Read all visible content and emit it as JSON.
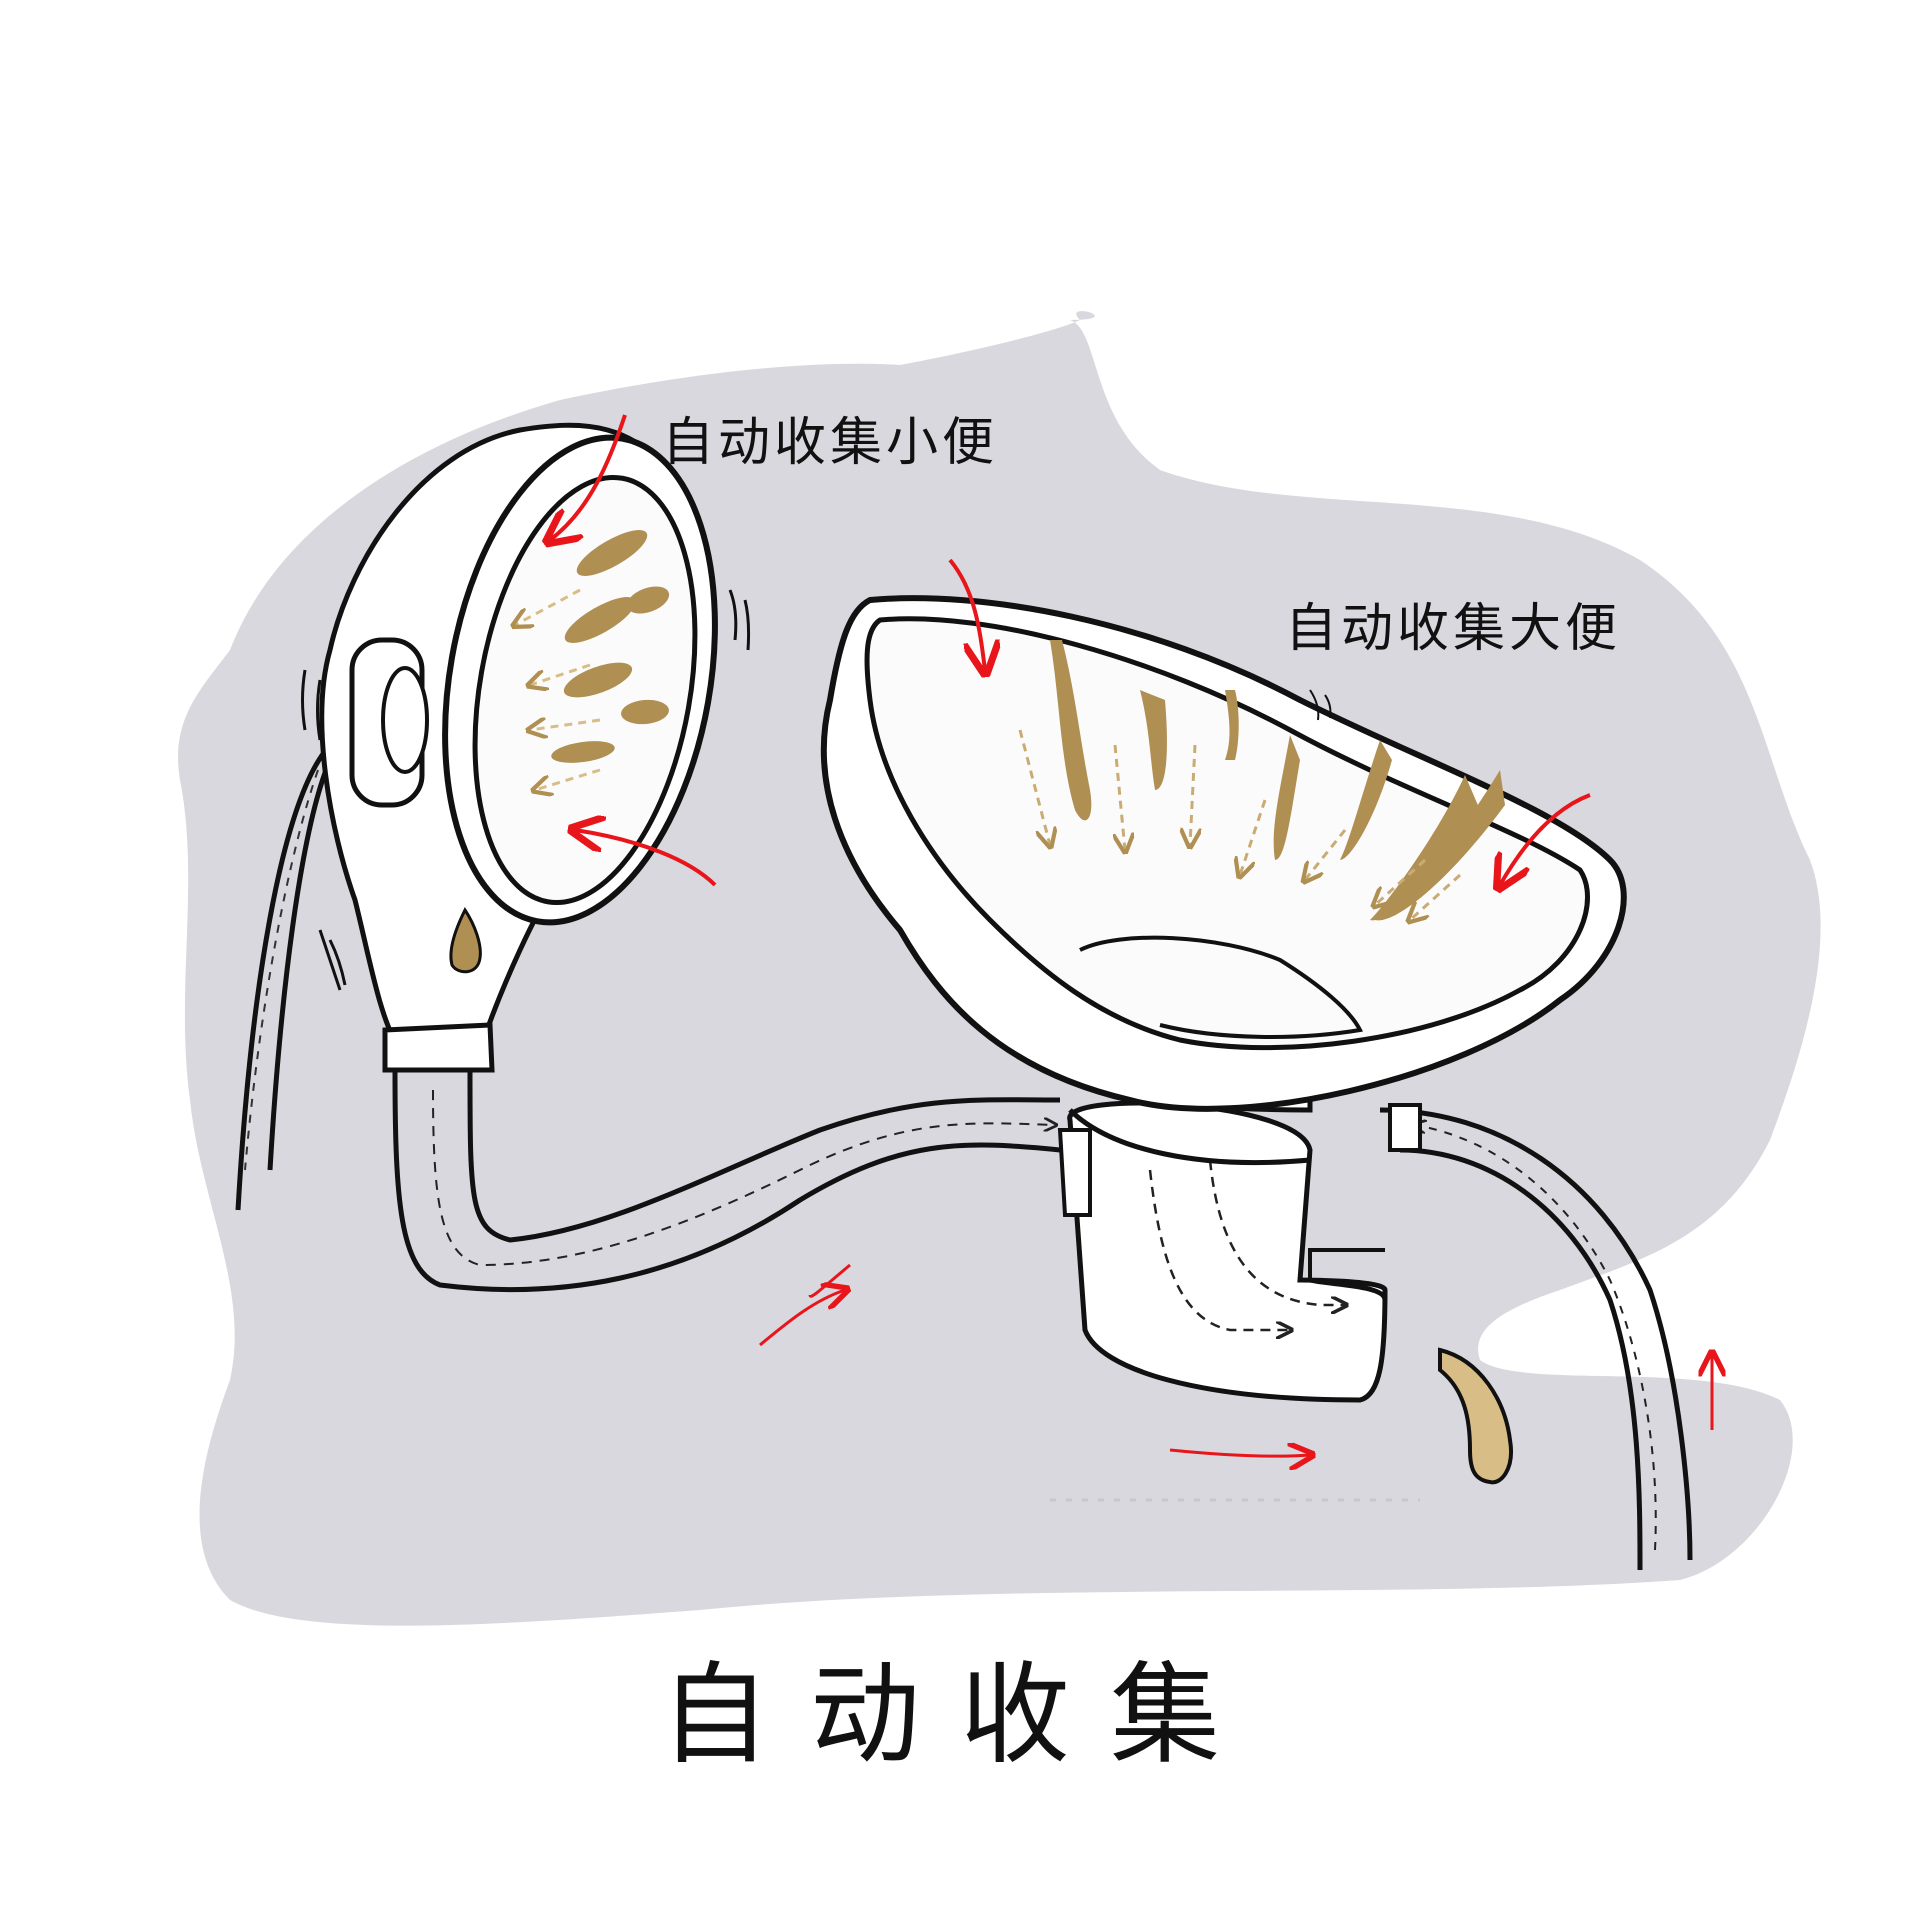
{
  "labels": {
    "urine_collection": "自动收集小便",
    "feces_collection": "自动收集大便",
    "title": "自动收集"
  },
  "colors": {
    "background_blob": "#d9d8de",
    "device_body": "#ffffff",
    "outline": "#111111",
    "flow_arrow": "#e8161b",
    "waste": "#b08f52",
    "waste_light": "#d8bd86"
  }
}
